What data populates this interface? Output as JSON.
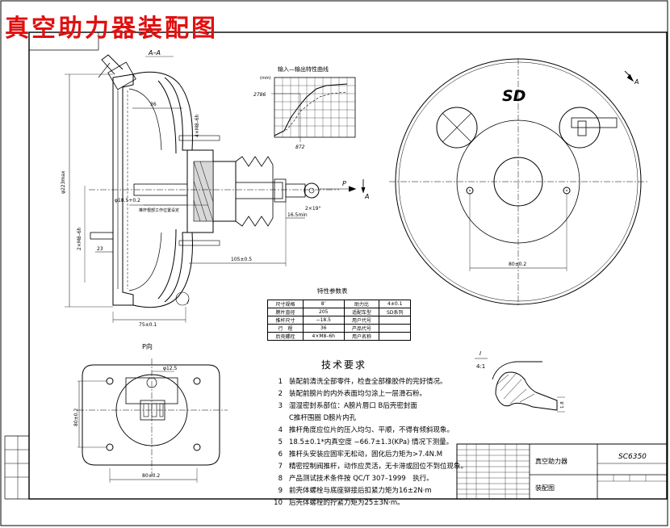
{
  "sheet": {
    "title": "真空助力器装配图",
    "colors": {
      "title": "#e01010",
      "line": "#000000"
    }
  },
  "section_view": {
    "label": "A–A",
    "dims": {
      "d1": "36",
      "d2": "φ223max",
      "d3": "2×M8–6h",
      "d4": "4×M8–6h",
      "d5": "φ18.5+0.2",
      "d6": "23",
      "d7": "105±0.5",
      "d8": "16.5min",
      "d9": "75±0.1",
      "d10": "2×19°"
    },
    "arrow_label": "P",
    "section_mark": "A",
    "note_text": "推杆根部工作位置设定",
    "detail_mark": "I"
  },
  "front_view": {
    "brand": "SD",
    "dim": "80±0.2",
    "section_mark": "A"
  },
  "p_view": {
    "label": "P向",
    "dim_w": "80±0.2",
    "dim_h": "80±0.2",
    "dim_top": "φ12.5"
  },
  "detail_view": {
    "label": "I",
    "scale": "4:1",
    "dim": "1.8"
  },
  "chart": {
    "title": "输入—输出特性曲线",
    "yunit": "(mm)",
    "xval": "872",
    "yval": "2786"
  },
  "params": {
    "title": "特性参数表",
    "rows": [
      [
        "尺寸规格",
        "8″",
        "助力比",
        "4±0.1"
      ],
      [
        "膀片直径",
        "205",
        "适配车型",
        "SD系列"
      ],
      [
        "推杆尺寸",
        "−18.5",
        "用户代号",
        ""
      ],
      [
        "行　程",
        "36",
        "产品代号",
        ""
      ],
      [
        "后壳螺栓",
        "4×M8–6h",
        "用户名称",
        ""
      ]
    ]
  },
  "requirements": {
    "title": "技术要求",
    "items": [
      {
        "n": "1",
        "t": "装配前清洗全部零件，检查全部橡胶件的完好情况。"
      },
      {
        "n": "2",
        "t": "装配前膀片的内外表面均匀涂上一层滑石粉。"
      },
      {
        "n": "3",
        "t": "湿湿密封系部位：A膀片唇口 B后壳密封面"
      },
      {
        "n": "",
        "t": "C推杆围圈  D膀片内孔"
      },
      {
        "n": "4",
        "t": "推杆角度应位片的压入均匀、平顺，不得有倾斜现象。"
      },
      {
        "n": "5",
        "t": "18.5±0.1*内真空度 −66.7±1.3(KPa) 情况下测量。"
      },
      {
        "n": "6",
        "t": "推杆头安装应固牢无松动，固化后力矩为>7.4N.M"
      },
      {
        "n": "7",
        "t": "精密控制阀推杆，动作应灵活，无卡滞或回位不到位现象。"
      },
      {
        "n": "8",
        "t": "产品测试技术条件按 QC/T 307–1999　执行。"
      },
      {
        "n": "9",
        "t": "前壳体螺栓与底座铆接后扣紧力矩为16±2N·m"
      },
      {
        "n": "10",
        "t": "后壳体螺栓的拧紧力矩为25±3N·m。"
      }
    ]
  },
  "title_block": {
    "name": "真空助力器",
    "code": "SC6350",
    "drawing": "装配图"
  }
}
